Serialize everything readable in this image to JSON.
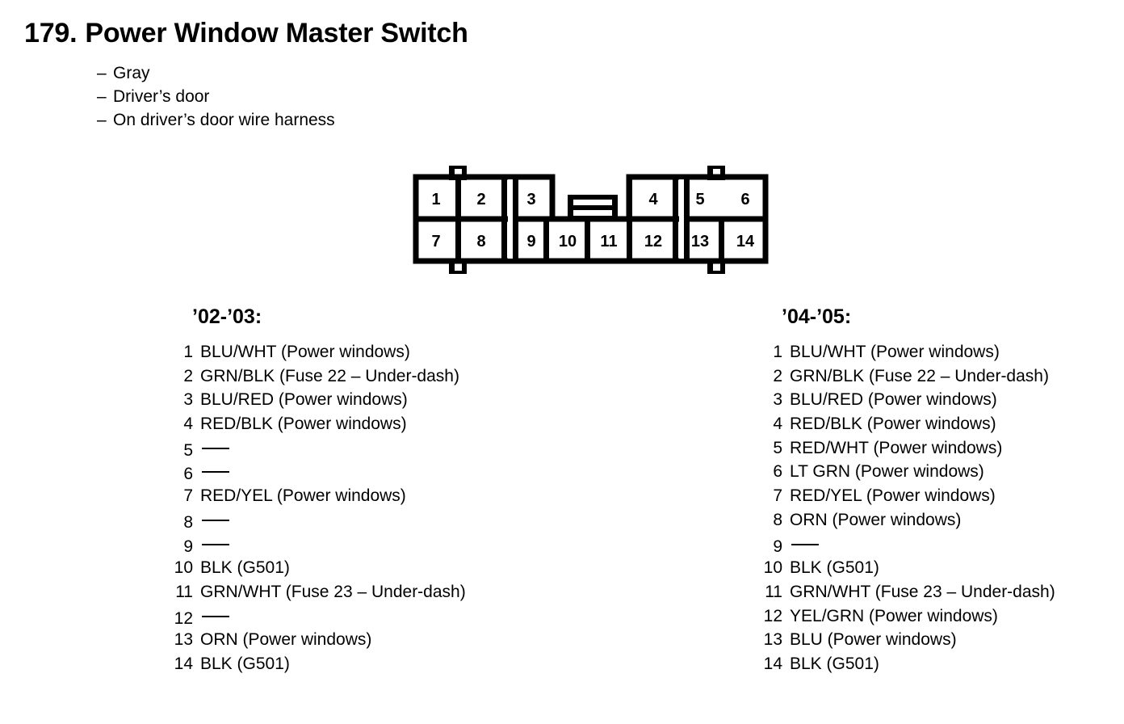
{
  "header": {
    "number": "179.",
    "title": "Power Window Master Switch",
    "bullets": [
      "Gray",
      "Driver’s door",
      "On driver’s door wire harness"
    ],
    "dash": "–"
  },
  "connector": {
    "name": "14-pin connector pinout diagram",
    "top_row_pins": [
      "1",
      "2",
      "3",
      "4",
      "5",
      "6"
    ],
    "bottom_row_pins": [
      "7",
      "8",
      "9",
      "10",
      "11",
      "12",
      "13",
      "14"
    ],
    "features": [
      "left-mounting-tab",
      "right-mounting-tab",
      "center-latch",
      "left-keyway-slot",
      "right-keyway-slot"
    ],
    "outline_color": "#000000"
  },
  "columns": [
    {
      "heading": "’02-’03:",
      "pins": [
        {
          "num": "1",
          "label": "BLU/WHT (Power windows)"
        },
        {
          "num": "2",
          "label": "GRN/BLK (Fuse 22 – Under-dash)"
        },
        {
          "num": "3",
          "label": "BLU/RED (Power windows)"
        },
        {
          "num": "4",
          "label": "RED/BLK (Power windows)"
        },
        {
          "num": "5",
          "label": ""
        },
        {
          "num": "6",
          "label": ""
        },
        {
          "num": "7",
          "label": "RED/YEL (Power windows)"
        },
        {
          "num": "8",
          "label": ""
        },
        {
          "num": "9",
          "label": ""
        },
        {
          "num": "10",
          "label": "BLK (G501)"
        },
        {
          "num": "11",
          "label": "GRN/WHT (Fuse 23 – Under-dash)"
        },
        {
          "num": "12",
          "label": ""
        },
        {
          "num": "13",
          "label": "ORN (Power windows)"
        },
        {
          "num": "14",
          "label": "BLK (G501)"
        }
      ]
    },
    {
      "heading": "’04-’05:",
      "pins": [
        {
          "num": "1",
          "label": "BLU/WHT (Power windows)"
        },
        {
          "num": "2",
          "label": "GRN/BLK (Fuse 22 – Under-dash)"
        },
        {
          "num": "3",
          "label": "BLU/RED (Power windows)"
        },
        {
          "num": "4",
          "label": "RED/BLK (Power windows)"
        },
        {
          "num": "5",
          "label": "RED/WHT (Power windows)"
        },
        {
          "num": "6",
          "label": "LT GRN (Power windows)"
        },
        {
          "num": "7",
          "label": "RED/YEL (Power windows)"
        },
        {
          "num": "8",
          "label": "ORN (Power windows)"
        },
        {
          "num": "9",
          "label": ""
        },
        {
          "num": "10",
          "label": "BLK (G501)"
        },
        {
          "num": "11",
          "label": "GRN/WHT (Fuse 23 – Under-dash)"
        },
        {
          "num": "12",
          "label": "YEL/GRN (Power windows)"
        },
        {
          "num": "13",
          "label": "BLU (Power windows)"
        },
        {
          "num": "14",
          "label": "BLK (G501)"
        }
      ]
    }
  ]
}
